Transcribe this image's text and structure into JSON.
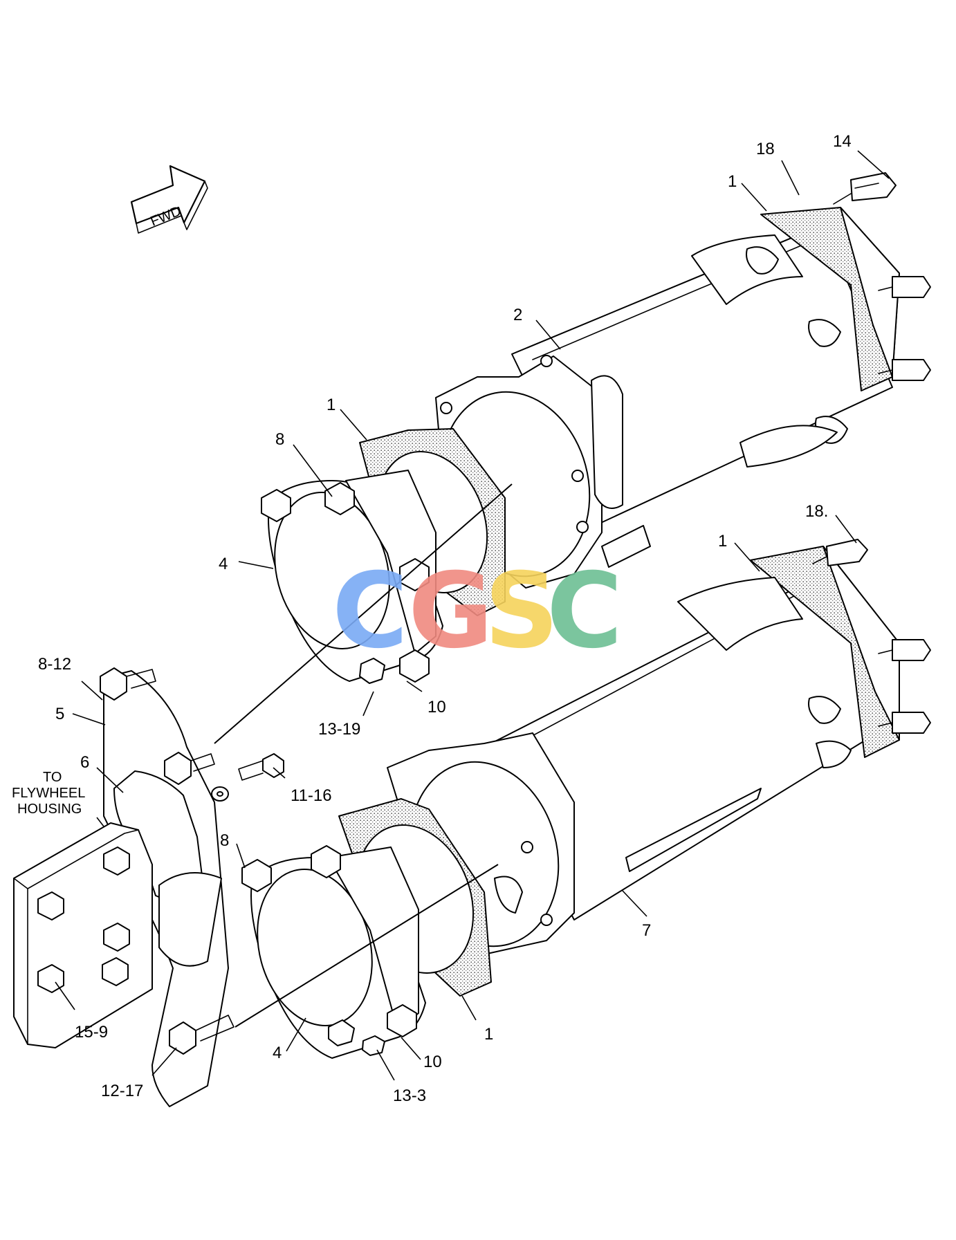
{
  "direction_arrow": {
    "label": "FWD"
  },
  "note": {
    "lines": [
      "TO",
      "FLYWHEEL",
      "HOUSING"
    ]
  },
  "callouts": [
    {
      "id": "c-18-top",
      "text": "18"
    },
    {
      "id": "c-14",
      "text": "14"
    },
    {
      "id": "c-1-top",
      "text": "1"
    },
    {
      "id": "c-2",
      "text": "2"
    },
    {
      "id": "c-1-upper-flange",
      "text": "1"
    },
    {
      "id": "c-8-upper",
      "text": "8"
    },
    {
      "id": "c-4-upper",
      "text": "4"
    },
    {
      "id": "c-18-lower",
      "text": "18."
    },
    {
      "id": "c-1-lower-right",
      "text": "1"
    },
    {
      "id": "c-8-12",
      "text": "8-12"
    },
    {
      "id": "c-5",
      "text": "5"
    },
    {
      "id": "c-10-upper",
      "text": "10"
    },
    {
      "id": "c-13-19",
      "text": "13-19"
    },
    {
      "id": "c-6",
      "text": "6"
    },
    {
      "id": "c-11-16",
      "text": "11-16"
    },
    {
      "id": "c-8-lower",
      "text": "8"
    },
    {
      "id": "c-7",
      "text": "7"
    },
    {
      "id": "c-15-9",
      "text": "15-9"
    },
    {
      "id": "c-1-lower-flange",
      "text": "1"
    },
    {
      "id": "c-4-lower",
      "text": "4"
    },
    {
      "id": "c-10-lower",
      "text": "10"
    },
    {
      "id": "c-12-17",
      "text": "12-17"
    },
    {
      "id": "c-13-3",
      "text": "13-3"
    }
  ],
  "watermark": {
    "letters": [
      "C",
      "G",
      "S",
      "C"
    ],
    "colors": [
      "#7aaaf5",
      "#f08a80",
      "#f6d35c",
      "#6dbf94"
    ]
  }
}
